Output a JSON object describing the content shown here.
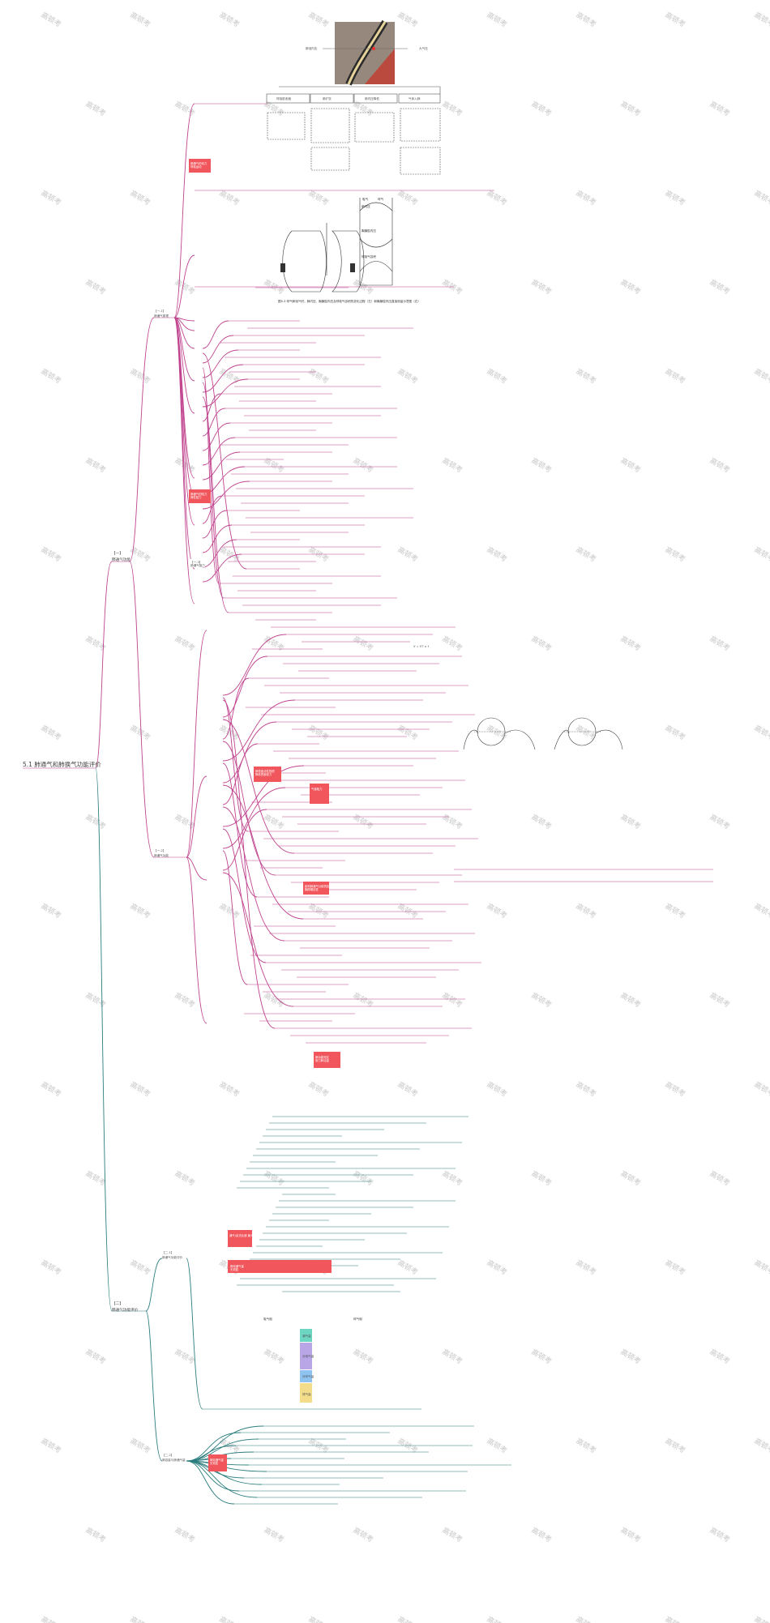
{
  "root": {
    "title": "5.1 肺通气和肺换气功能评价"
  },
  "watermark": {
    "text": "高顿考"
  },
  "chapters": {
    "c1": {
      "line1": "【一】",
      "line2": "肺通气功能"
    },
    "c2": {
      "line1": "【二】",
      "line2": "肺通气功能评价"
    }
  },
  "sections": {
    "s1": {
      "line1": "【一-1】",
      "line2": "肺通气原理"
    },
    "s2": {
      "line1": "【一-2】",
      "line2": "肺通气功能"
    },
    "s3": {
      "line1": "【二-1】",
      "line2": "肺通气功能评价"
    },
    "s4": {
      "line1": "【二-2】",
      "line2": "肺容量与肺通气量"
    }
  },
  "badges": {
    "b1": "肺通气的动力\n呼吸运动",
    "b2": "肺通气的阻力\n弹性阻力",
    "b3": "【一-3】\n肺通气阻力",
    "b4": "肺表面活性物质\n降低表面张力",
    "b5": "气道阻力",
    "b6": "影响肺通气功能的因素\n胸廓顺应性",
    "b7": "肺功能测定\n用力肺活量",
    "b8": "通气/血流比值 最大通气量 时间肺活量",
    "b9": "肺泡通气量\n无效腔"
  },
  "figure1": {
    "left_label": "肺泡内压",
    "right_label": "大气压"
  },
  "figure2": {
    "caption": "图5-3 呼气和吸气时，肺内压、胸膜腔内压及呼吸气容积的变化过程（左）和胸膜腔内压直接测量示意图（右）",
    "axis_labels": [
      "吸气",
      "呼气",
      "肺内压",
      "胸膜腔内压",
      "呼吸气容积"
    ]
  },
  "flow": {
    "top_boxes": [
      "吸气",
      "呼气"
    ],
    "labels": [
      "呼吸肌收缩",
      "肺扩张",
      "肺内压降低",
      "气体入肺"
    ]
  },
  "formula": "V̇ = V̇T × f",
  "bottom_chart": {
    "col1": "吸气相",
    "col2": "呼气相",
    "bars": [
      "潮气量",
      "补吸气量",
      "补呼气量",
      "残气量"
    ]
  }
}
